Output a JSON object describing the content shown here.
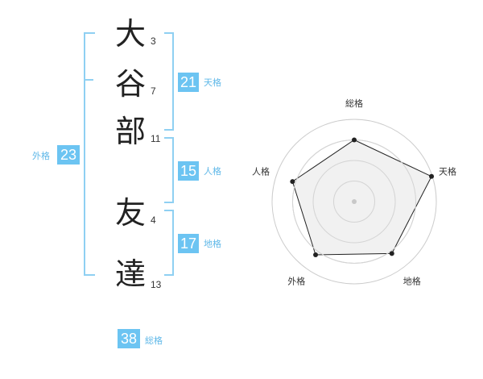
{
  "name": {
    "chars": [
      {
        "char": "大",
        "strokes": "3"
      },
      {
        "char": "谷",
        "strokes": "7"
      },
      {
        "char": "部",
        "strokes": "11"
      },
      {
        "char": "友",
        "strokes": "4"
      },
      {
        "char": "達",
        "strokes": "13"
      }
    ]
  },
  "kakusu": {
    "tenkaku": {
      "value": "21",
      "label": "天格"
    },
    "jinkaku": {
      "value": "15",
      "label": "人格"
    },
    "chikaku": {
      "value": "17",
      "label": "地格"
    },
    "gaikaku": {
      "value": "23",
      "label": "外格"
    },
    "soukaku": {
      "value": "38",
      "label": "総格"
    }
  },
  "chart_data": {
    "type": "radar",
    "axes": [
      "総格",
      "天格",
      "地格",
      "外格",
      "人格"
    ],
    "values": [
      0.75,
      0.99,
      0.78,
      0.8,
      0.79
    ],
    "rings": 4,
    "colors": {
      "fill": "#eeeeee",
      "line": "#222222",
      "ring": "#cccccc"
    }
  }
}
